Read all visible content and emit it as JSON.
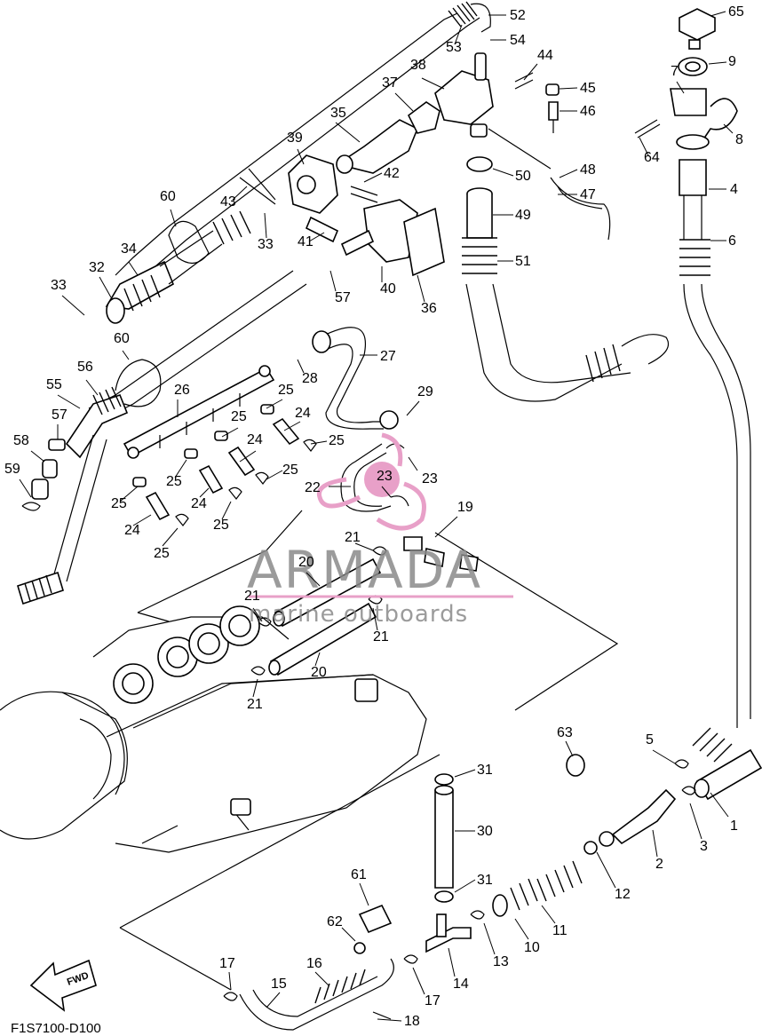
{
  "diagram": {
    "ref_code": "F1S7100-D100",
    "fwd_label": "FWD",
    "watermark": {
      "brand": "ARMADA",
      "tagline": "marine outboards",
      "logo_color": "#e8a0c8",
      "text_color": "#8a8a8a"
    },
    "part_numbers": [
      "1",
      "2",
      "3",
      "4",
      "5",
      "6",
      "7",
      "8",
      "9",
      "10",
      "11",
      "12",
      "13",
      "14",
      "15",
      "16",
      "17",
      "17",
      "18",
      "19",
      "20",
      "20",
      "21",
      "21",
      "21",
      "21",
      "22",
      "23",
      "23",
      "24",
      "24",
      "24",
      "24",
      "25",
      "25",
      "25",
      "25",
      "25",
      "25",
      "25",
      "25",
      "26",
      "27",
      "28",
      "29",
      "30",
      "31",
      "31",
      "32",
      "33",
      "33",
      "34",
      "35",
      "36",
      "37",
      "38",
      "39",
      "40",
      "41",
      "42",
      "43",
      "44",
      "45",
      "46",
      "47",
      "48",
      "49",
      "50",
      "51",
      "52",
      "53",
      "54",
      "55",
      "56",
      "57",
      "57",
      "58",
      "59",
      "60",
      "60",
      "61",
      "62",
      "63",
      "64",
      "65"
    ]
  }
}
